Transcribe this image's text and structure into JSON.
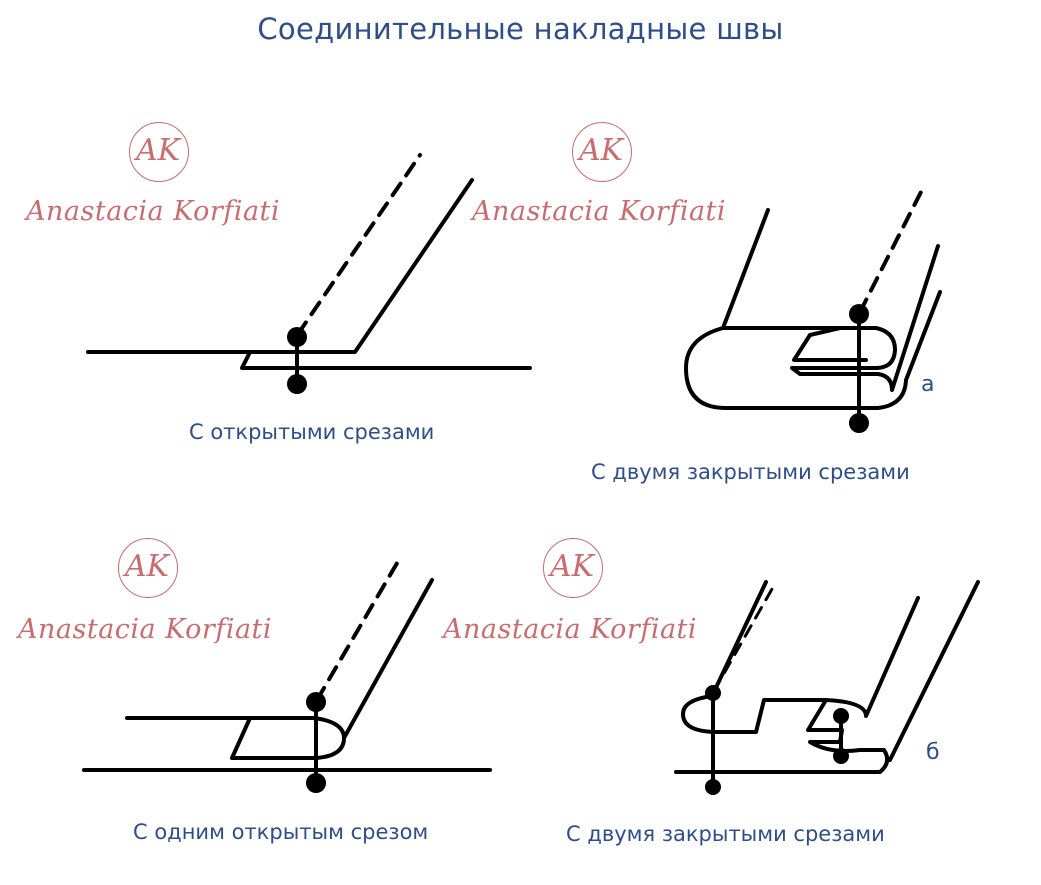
{
  "title": "Соединительные накладные швы",
  "watermark": {
    "monogram": "AK",
    "name": "Anastacia Korfiati",
    "color": "#c76d70"
  },
  "captions": {
    "open_edges": "С открытыми срезами",
    "two_closed_a": "С двумя закрытыми срезами",
    "one_open_edge": "С одним открытым срезом",
    "two_closed_b": "С двумя закрытыми срезами"
  },
  "variant_marks": {
    "a": "а",
    "b": "б"
  },
  "colors": {
    "title": "#2f4e87",
    "lines": "#000000"
  }
}
